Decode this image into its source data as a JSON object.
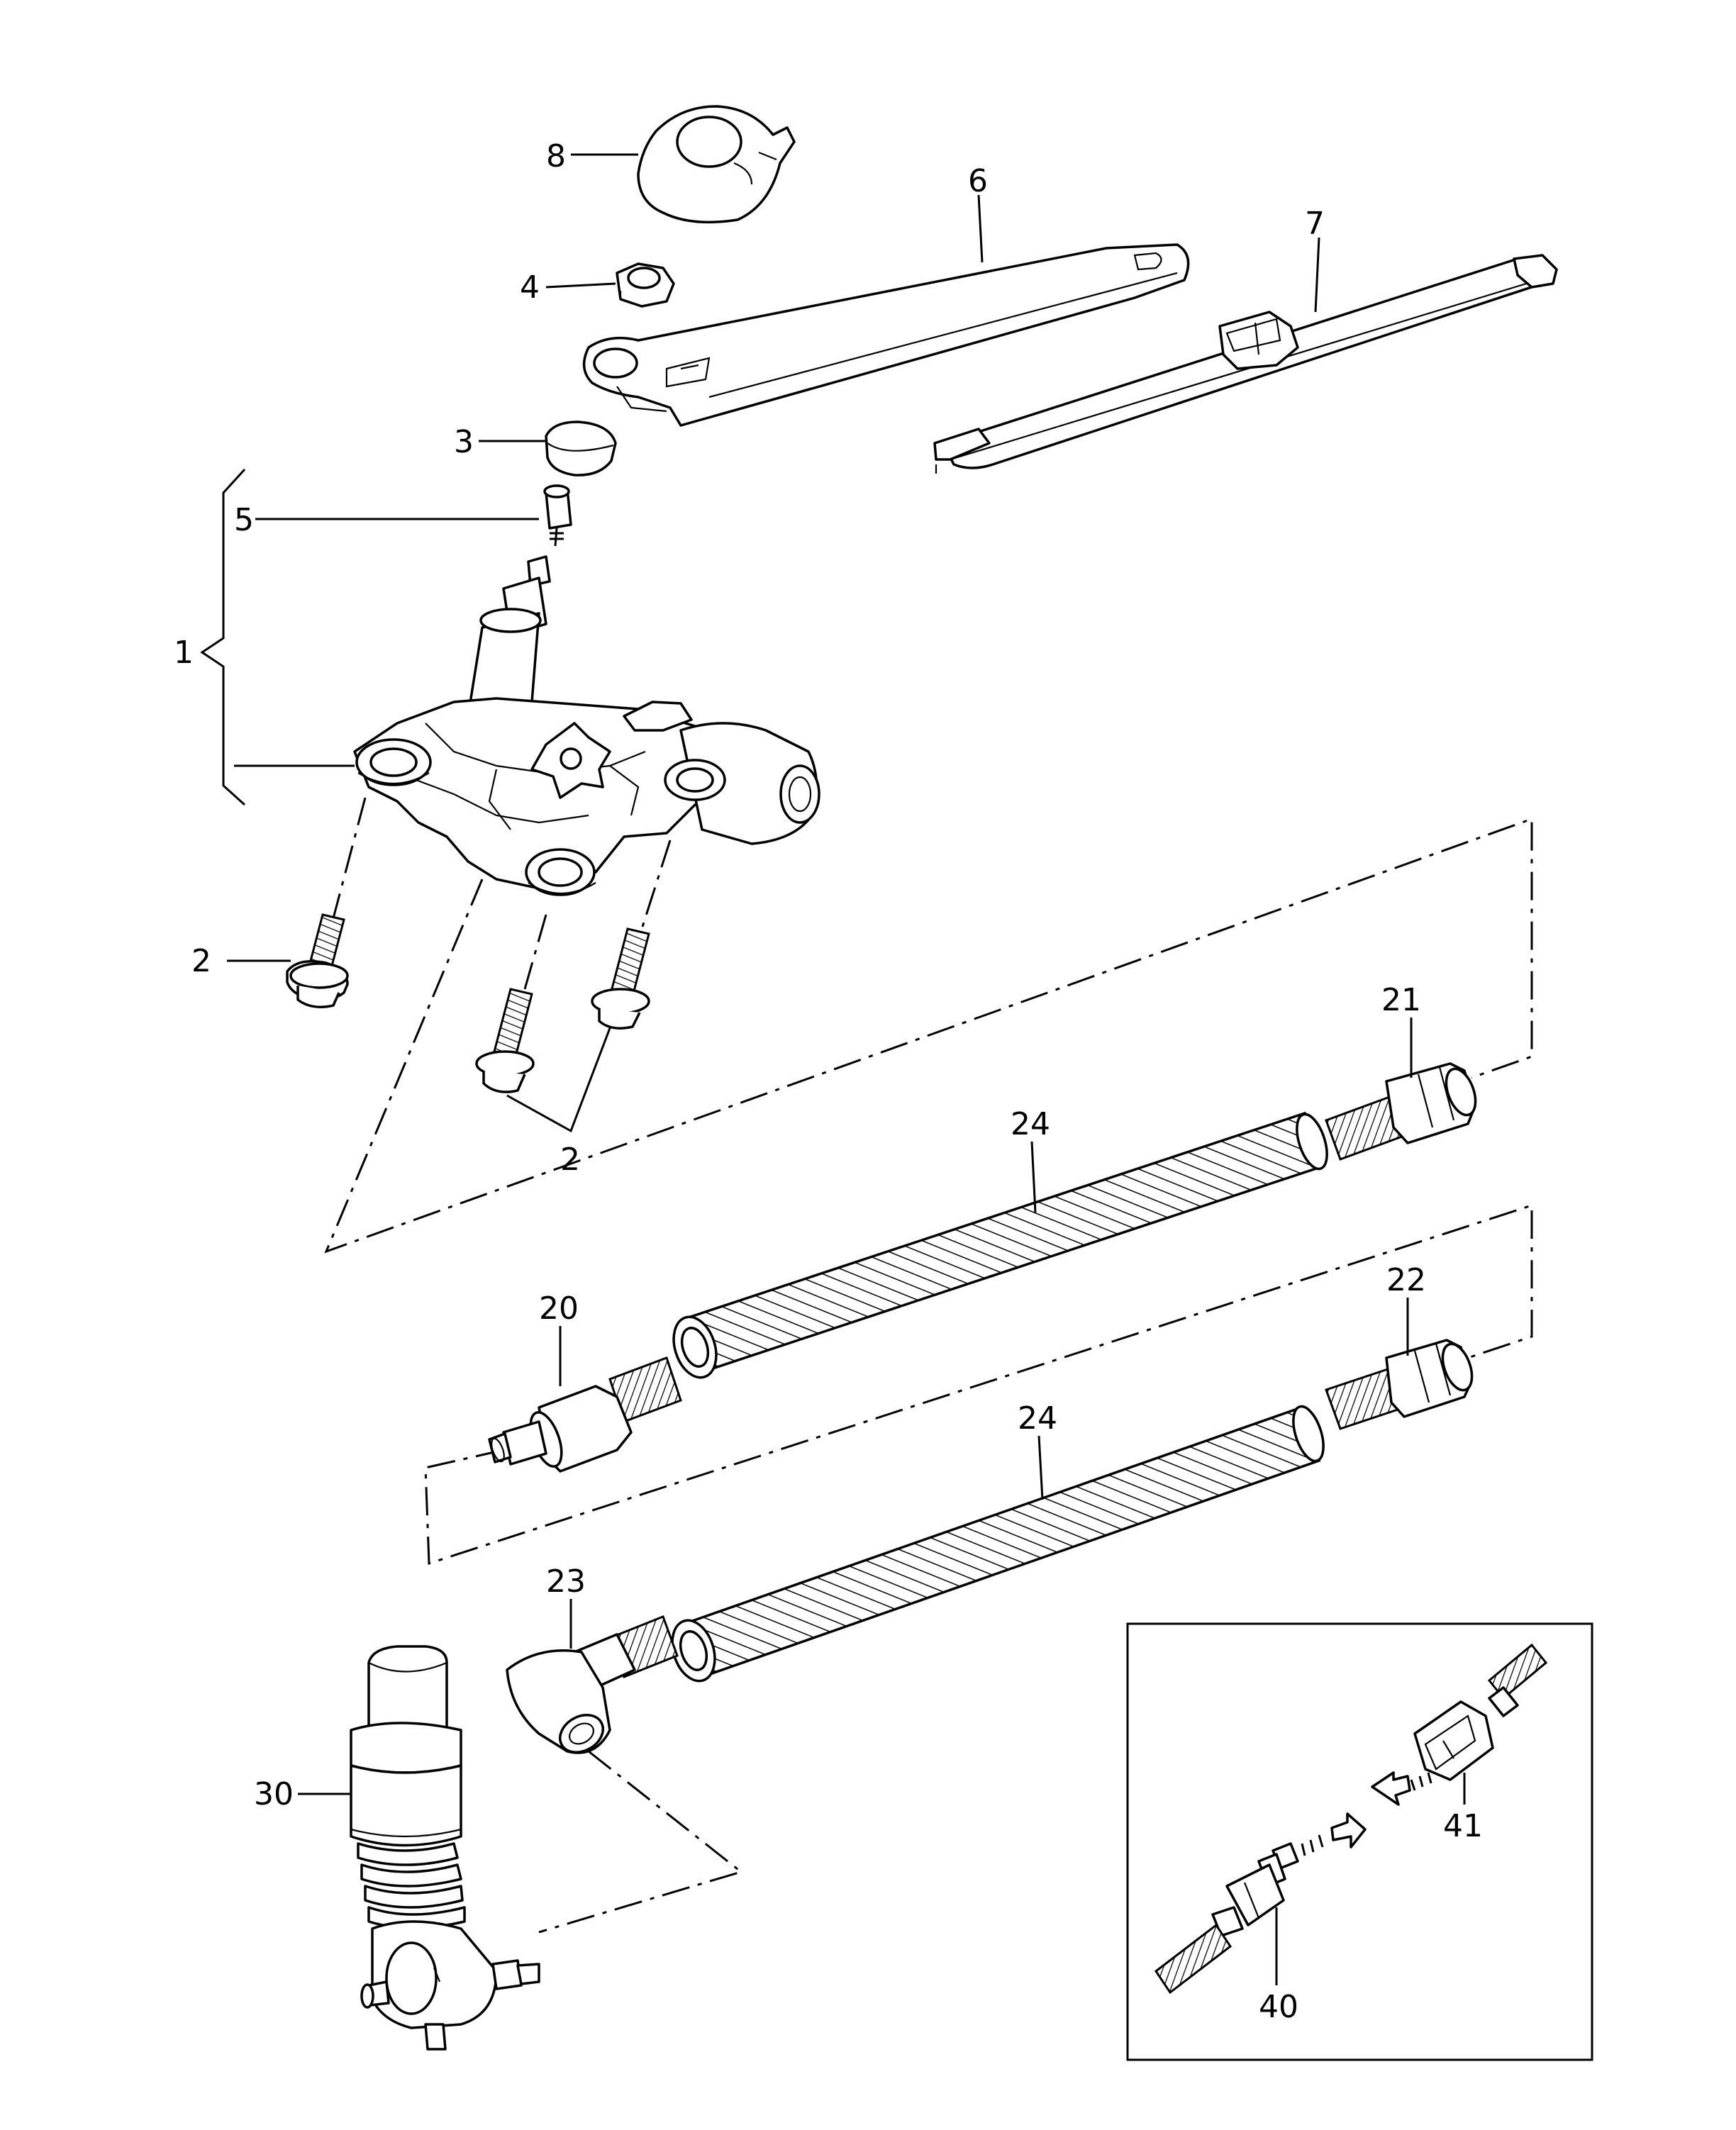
{
  "labels": {
    "p1": "1",
    "p2a": "2",
    "p2b": "2",
    "p3": "3",
    "p4": "4",
    "p5": "5",
    "p6": "6",
    "p7": "7",
    "p8": "8",
    "p20": "20",
    "p21": "21",
    "p22": "22",
    "p23": "23",
    "p24a": "24",
    "p24b": "24",
    "p30": "30",
    "p40": "40",
    "p41": "41"
  }
}
